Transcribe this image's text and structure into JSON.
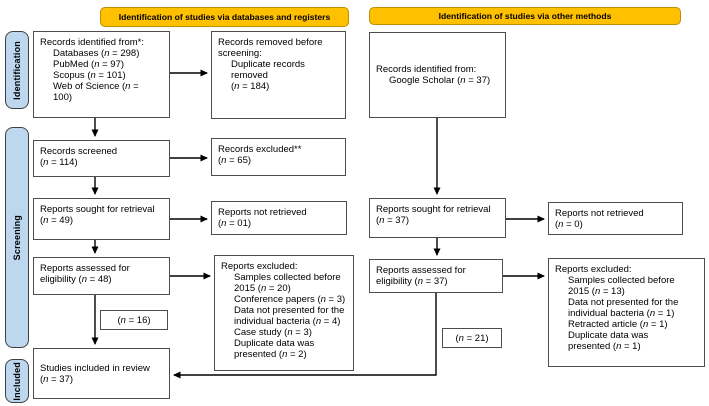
{
  "colors": {
    "header_fill": "#FFC000",
    "header_border": "#BF8F00",
    "sidebar_fill": "#BDD7EE",
    "sidebar_border": "#404040",
    "box_border": "#4d4d4d",
    "arrow": "#000000"
  },
  "headers": {
    "databases": "Identification of studies via databases and registers",
    "other": "Identification of studies via other methods"
  },
  "sidebar": {
    "identification": "Identification",
    "screening": "Screening",
    "included": "Included"
  },
  "boxes": {
    "records_identified_db": {
      "lines": [
        {
          "t": "Records identified from*:"
        },
        {
          "t": "Databases (n = 298)",
          "ind": true
        },
        {
          "t": "PubMed (n = 97)",
          "ind": true
        },
        {
          "t": "Scopus (n = 101)",
          "ind": true
        },
        {
          "t": "Web of Science (n =",
          "ind": true
        },
        {
          "t": "100)",
          "ind": true
        }
      ]
    },
    "records_removed": {
      "lines": [
        {
          "t": "Records removed before"
        },
        {
          "t": "screening:"
        },
        {
          "t": "Duplicate records",
          "ind": true
        },
        {
          "t": "removed",
          "ind": true
        },
        {
          "t": "(n = 184)",
          "ind": true
        }
      ]
    },
    "records_screened": {
      "lines": [
        {
          "t": "Records screened"
        },
        {
          "t": "(n = 114)"
        }
      ]
    },
    "records_excluded": {
      "lines": [
        {
          "t": "Records excluded**"
        },
        {
          "t": "(n = 65)"
        }
      ]
    },
    "reports_sought_db": {
      "lines": [
        {
          "t": "Reports sought for retrieval"
        },
        {
          "t": "(n = 49)"
        }
      ]
    },
    "reports_not_retrieved_db": {
      "lines": [
        {
          "t": "Reports not retrieved"
        },
        {
          "t": "(n = 01)"
        }
      ]
    },
    "reports_assessed_db": {
      "lines": [
        {
          "t": "Reports assessed for"
        },
        {
          "t": "eligibility (n = 48)"
        }
      ]
    },
    "reports_excluded_db": {
      "lines": [
        {
          "t": "Reports excluded:"
        },
        {
          "t": "Samples collected before",
          "ind": true
        },
        {
          "t": "2015 (n = 20)",
          "ind": true
        },
        {
          "t": "Conference papers (n = 3)",
          "ind": true
        },
        {
          "t": "Data not presented for the",
          "ind": true
        },
        {
          "t": "individual bacteria (n = 4)",
          "ind": true
        },
        {
          "t": "Case study (n = 3)",
          "ind": true
        },
        {
          "t": "Duplicate data was",
          "ind": true
        },
        {
          "t": "presented (n = 2)",
          "ind": true
        }
      ]
    },
    "n16": {
      "lines": [
        {
          "t": "(n = 16)"
        }
      ]
    },
    "studies_included": {
      "lines": [
        {
          "t": "Studies included in review"
        },
        {
          "t": "(n = 37)"
        }
      ]
    },
    "records_identified_other": {
      "lines": [
        {
          "t": "Records identified from:"
        },
        {
          "t": "Google Scholar (n = 37)",
          "ind": true
        }
      ]
    },
    "reports_sought_other": {
      "lines": [
        {
          "t": "Reports sought for retrieval"
        },
        {
          "t": "(n = 37)"
        }
      ]
    },
    "reports_not_retrieved_other": {
      "lines": [
        {
          "t": "Reports not retrieved"
        },
        {
          "t": "(n = 0)"
        }
      ]
    },
    "reports_assessed_other": {
      "lines": [
        {
          "t": "Reports assessed for"
        },
        {
          "t": "eligibility (n = 37)"
        }
      ]
    },
    "reports_excluded_other": {
      "lines": [
        {
          "t": "Reports excluded:"
        },
        {
          "t": "Samples collected before",
          "ind": true
        },
        {
          "t": "2015 (n = 13)",
          "ind": true
        },
        {
          "t": "Data not presented for the",
          "ind": true
        },
        {
          "t": "individual bacteria (n = 1)",
          "ind": true
        },
        {
          "t": "Retracted article (n = 1)",
          "ind": true
        },
        {
          "t": "Duplicate data was",
          "ind": true
        },
        {
          "t": "presented (n = 1)",
          "ind": true
        }
      ]
    },
    "n21": {
      "lines": [
        {
          "t": "(n = 21)"
        }
      ]
    }
  }
}
